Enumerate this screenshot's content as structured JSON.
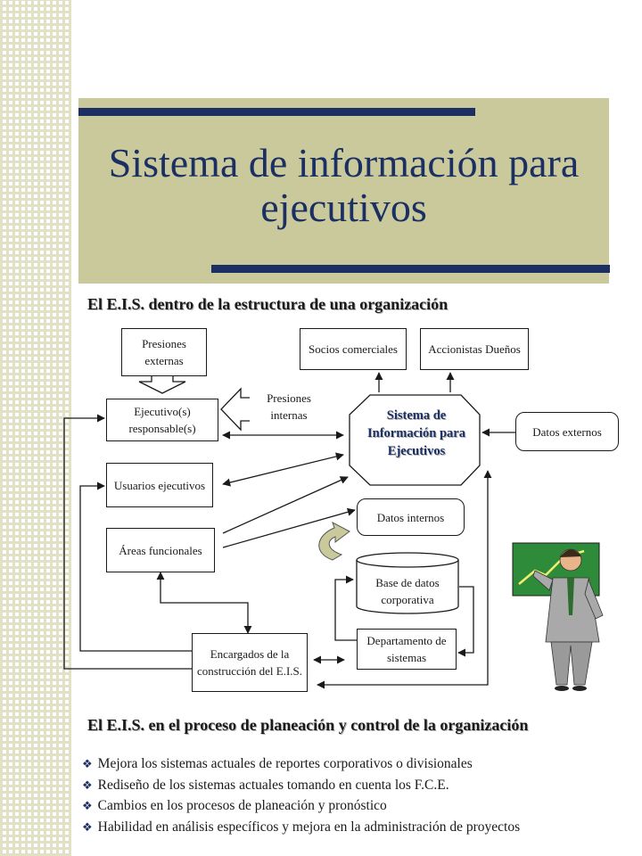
{
  "title": "Sistema de información para ejecutivos",
  "subtitle1": "El E.I.S. dentro de la estructura de una organización",
  "subtitle2": "El E.I.S. en el proceso de planeación y control de la organización",
  "nodes": {
    "presiones_externas": "Presiones externas",
    "socios": "Socios comerciales",
    "accionistas": "Accionistas Dueños",
    "ejecutivos": "Ejecutivo(s) responsable(s)",
    "presiones_internas": "Presiones internas",
    "eis": "Sistema de Información para Ejecutivos",
    "datos_externos": "Datos externos",
    "usuarios": "Usuarios ejecutivos",
    "datos_internos": "Datos internos",
    "areas": "Áreas funcionales",
    "base_datos": "Base de datos corporativa",
    "departamento": "Departamento de sistemas",
    "encargados": "Encargados de la construcción del E.I.S."
  },
  "bullets": [
    "Mejora los sistemas actuales de reportes corporativos o divisionales",
    "Rediseño de los sistemas actuales tomando en cuenta los F.C.E.",
    "Cambios en los procesos de planeación y pronóstico",
    "Habilidad en análisis específicos y mejora en la administración de proyectos"
  ],
  "colors": {
    "accent": "#1b2f63",
    "panel": "#c9c99b",
    "board": "#2e8b3a"
  },
  "icons": [
    "diamond-bullet-icon",
    "curved-arrow-icon",
    "presenter-illustration"
  ]
}
